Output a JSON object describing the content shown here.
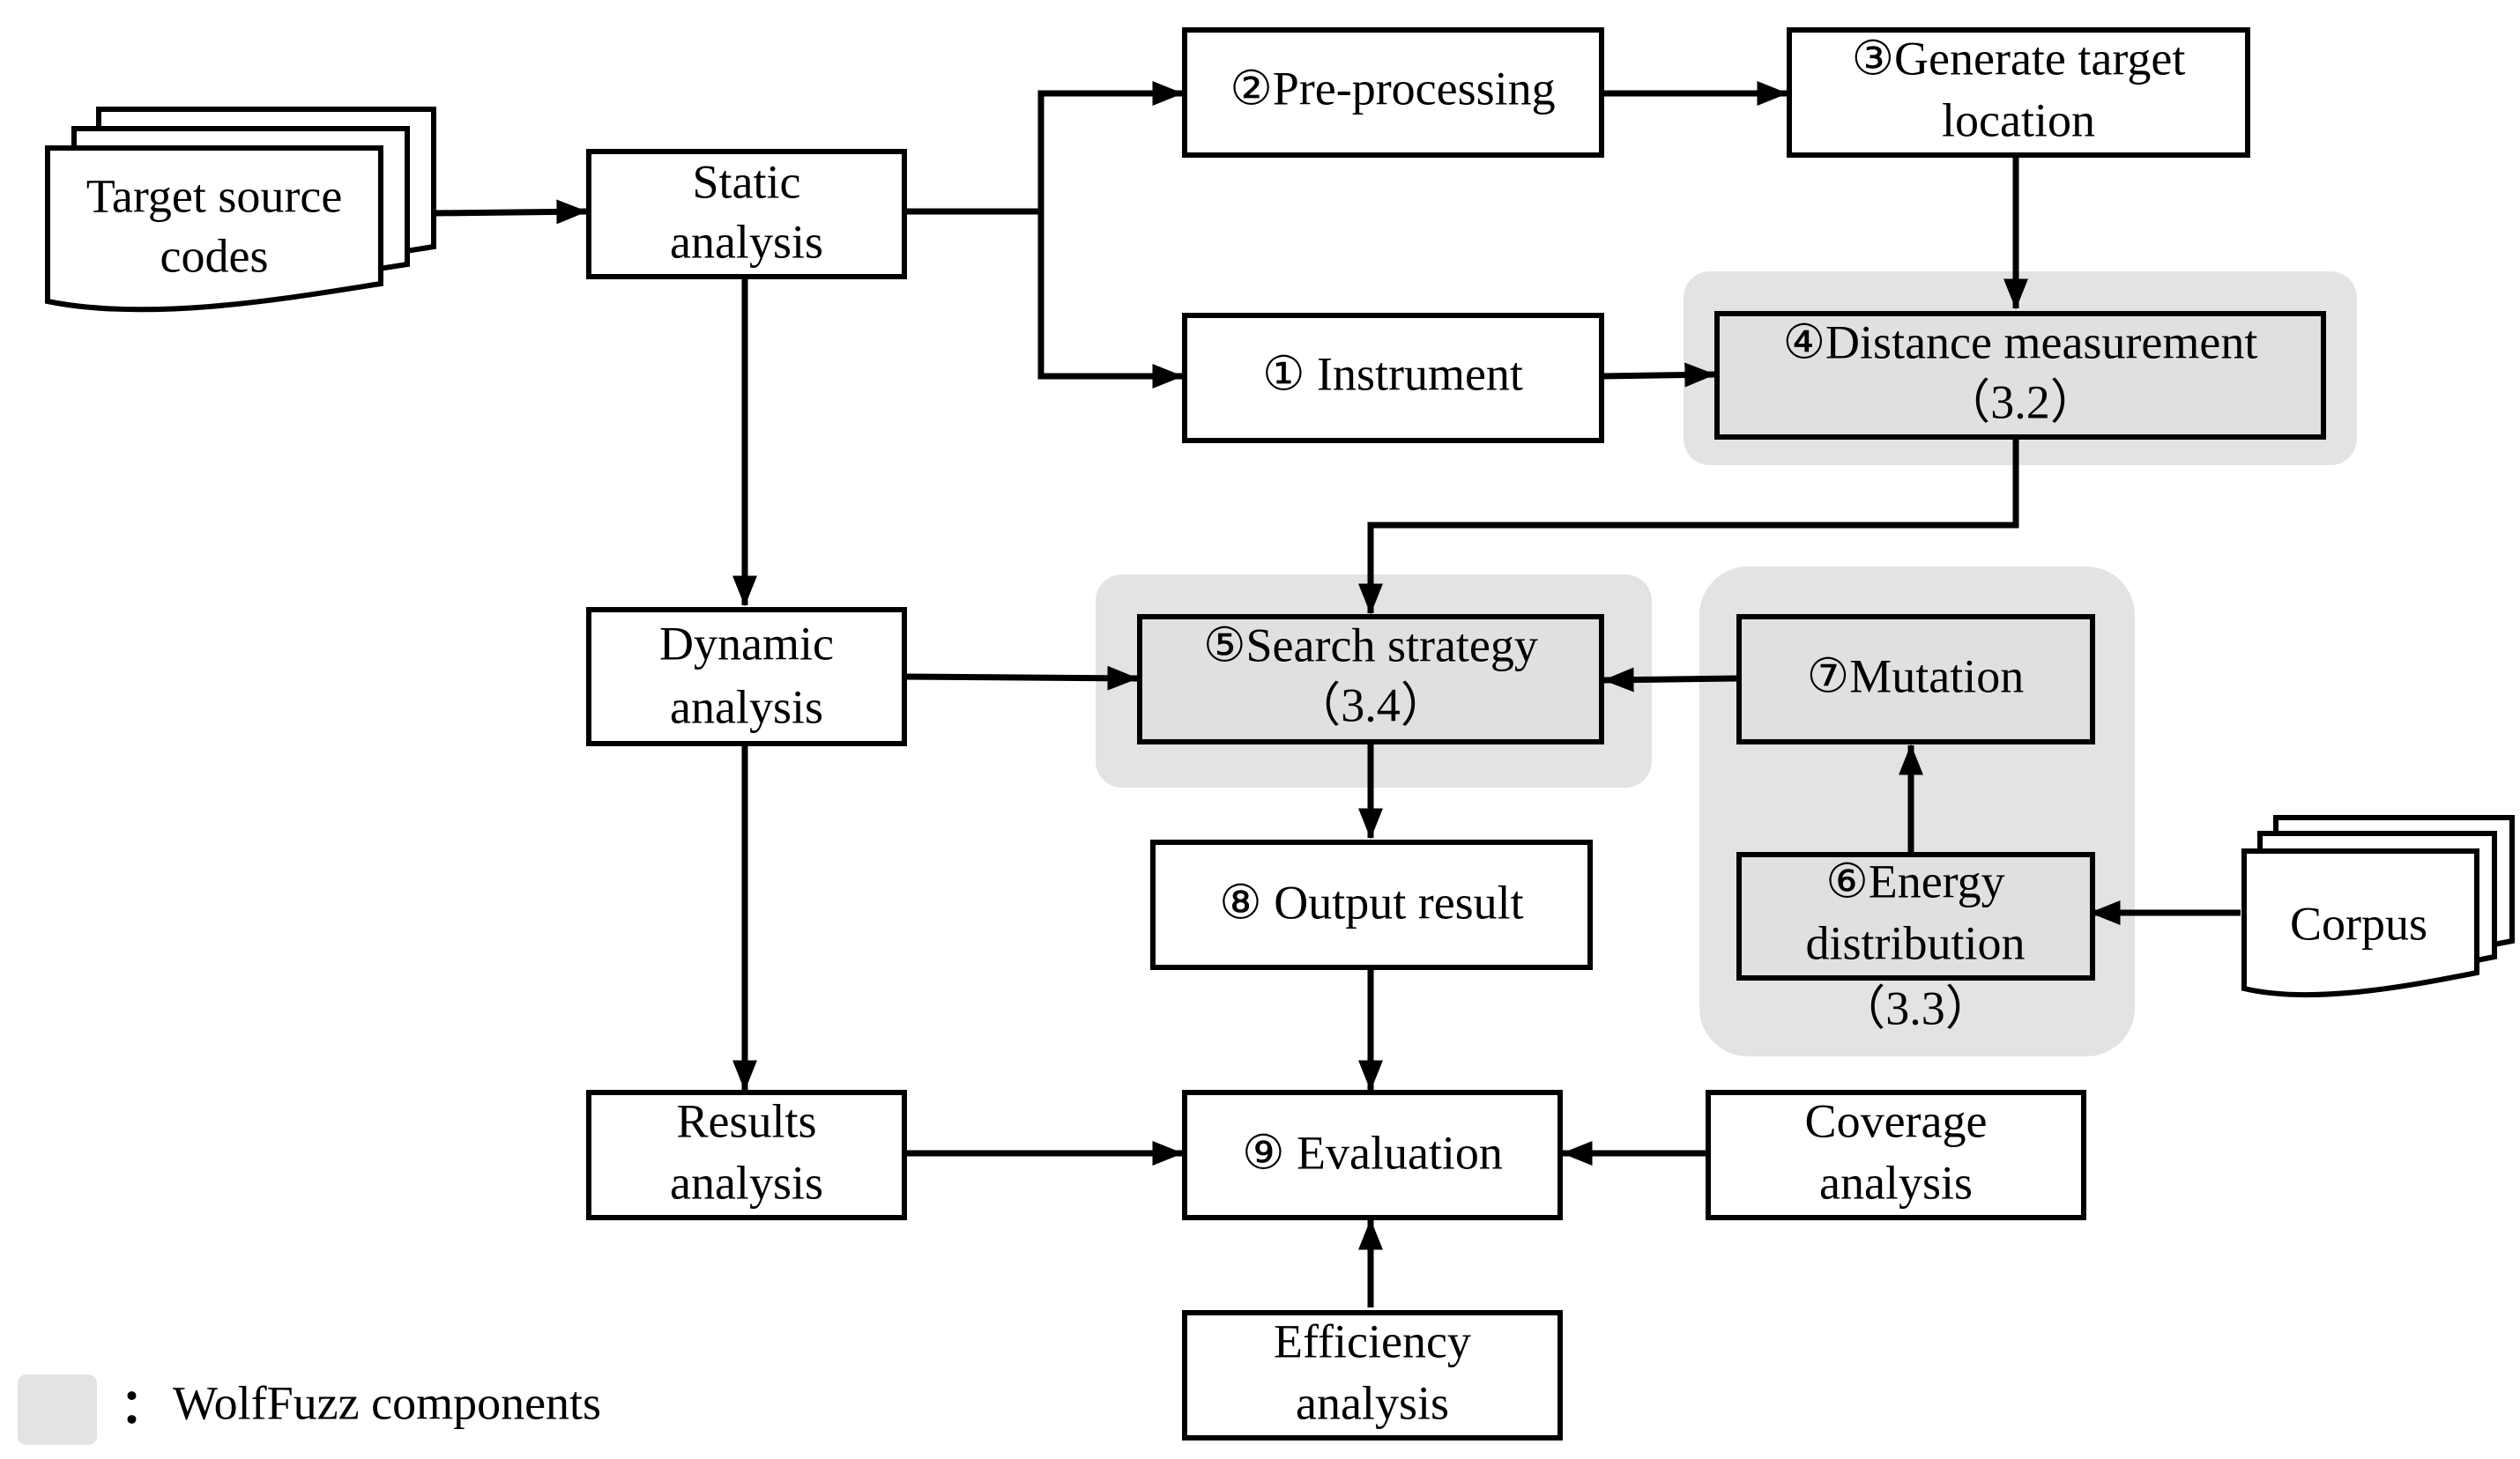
{
  "colors": {
    "component_fill": "#e3e3e3",
    "node_fill": "#ffffff",
    "stroke": "#000000"
  },
  "nodes": {
    "target_source": [
      "Target source",
      "codes"
    ],
    "static_analysis": [
      "Static",
      "analysis"
    ],
    "preprocessing": [
      "②Pre-processing"
    ],
    "generate_target": [
      "③Generate target",
      "location"
    ],
    "instrument": [
      "① Instrument"
    ],
    "distance": [
      "④Distance measurement",
      "（3.2）"
    ],
    "dynamic_analysis": [
      "Dynamic",
      "analysis"
    ],
    "search_strategy": [
      "⑤Search strategy",
      "（3.4）"
    ],
    "mutation": [
      "⑦Mutation"
    ],
    "energy": [
      "⑥Energy",
      "distribution"
    ],
    "energy_section": "（3.3）",
    "corpus": [
      "Corpus"
    ],
    "output_result": [
      "⑧ Output result"
    ],
    "results_analysis": [
      "Results",
      "analysis"
    ],
    "evaluation": [
      "⑨ Evaluation"
    ],
    "coverage_analysis": [
      "Coverage",
      "analysis"
    ],
    "efficiency_analysis": [
      "Efficiency",
      "analysis"
    ]
  },
  "legend": {
    "separator": "：",
    "label": "WolfFuzz components"
  }
}
